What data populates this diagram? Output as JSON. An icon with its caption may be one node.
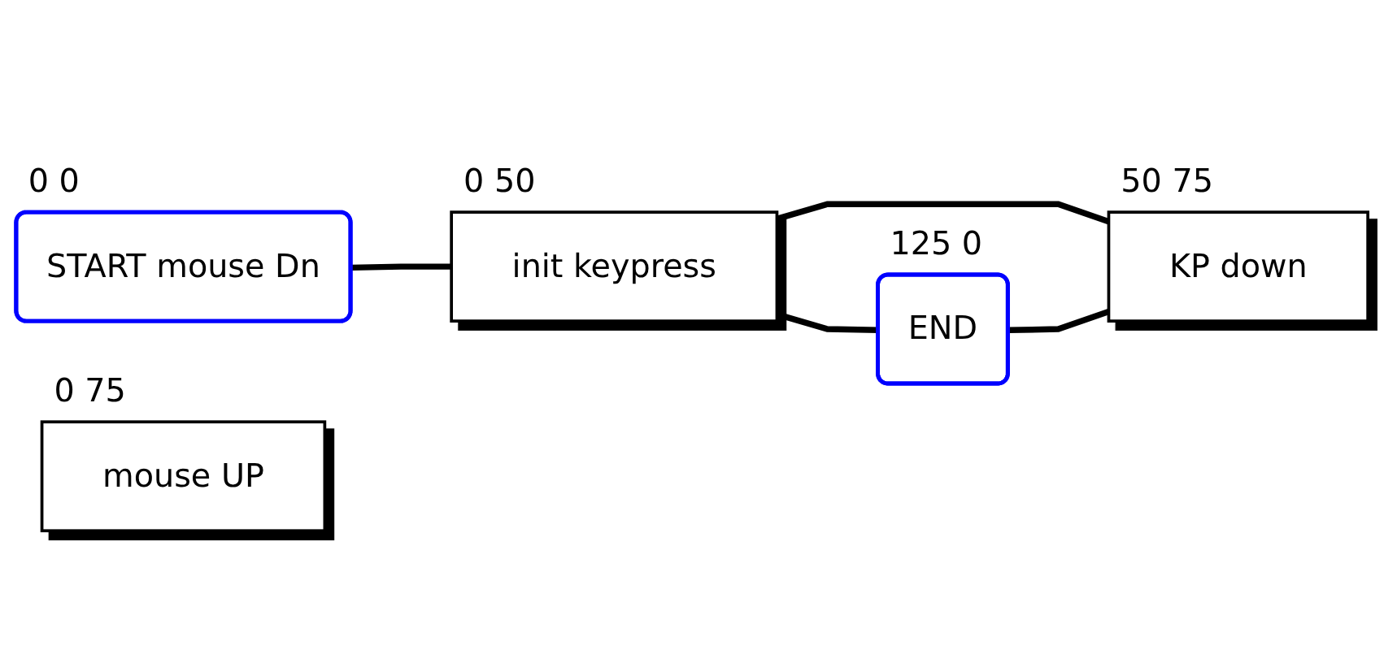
{
  "diagram": {
    "nodes": [
      {
        "text": [
          "START mouse Dn"
        ],
        "beside": [
          "0 0"
        ]
      },
      {
        "text": [
          "init keypress"
        ],
        "beside": [
          "0 50"
        ]
      },
      {
        "text": [
          "END"
        ],
        "beside": [
          "125 0"
        ]
      },
      {
        "text": [
          "mouse UP"
        ],
        "beside": [
          "0 75"
        ]
      },
      {
        "text": [
          "KP down"
        ],
        "beside": [
          "50 75"
        ]
      }
    ],
    "edges": [
      {
        "from": 0,
        "to": 1,
        "arrow": "none"
      },
      {
        "from": 1,
        "to": 2,
        "arrow": "none"
      },
      {
        "from": 1,
        "to": 4,
        "arrow": "none"
      },
      {
        "from": 2,
        "to": 4,
        "arrow": "none"
      }
    ]
  }
}
